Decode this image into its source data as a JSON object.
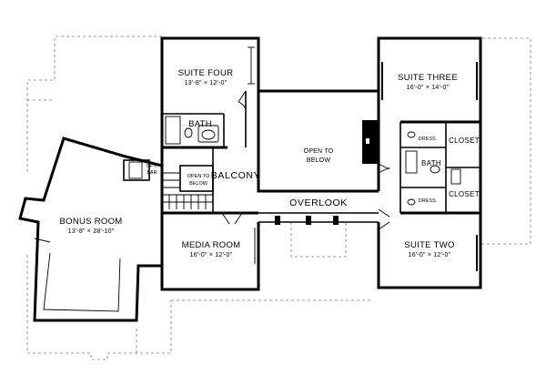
{
  "rooms": {
    "suite_four": {
      "name": "SUITE FOUR",
      "dims": "13'-8\" × 12'-0\""
    },
    "bath_upper_left": {
      "name": "BATH"
    },
    "open_to_below_main": {
      "line1": "OPEN TO",
      "line2": "BELOW"
    },
    "suite_three": {
      "name": "SUITE THREE",
      "dims": "16'-0\" × 14'-0\""
    },
    "dress_top": {
      "name": "DRESS."
    },
    "closet_top": {
      "name": "CLOSET"
    },
    "bath_right": {
      "name": "BATH"
    },
    "dress_bottom": {
      "name": "DRESS."
    },
    "closet_bottom": {
      "name": "CLOSET"
    },
    "opt_bar": {
      "line1": "OPT.",
      "line2": "BAR"
    },
    "open_to_below_small": {
      "line1": "OPEN TO",
      "line2": "BELOW"
    },
    "balcony": {
      "name": "BALCONY"
    },
    "overlook": {
      "name": "OVERLOOK"
    },
    "bonus_room": {
      "name": "BONUS ROOM",
      "dims": "13'-8\" × 28'-10\""
    },
    "media_room": {
      "name": "MEDIA ROOM",
      "dims": "16'-0\" × 12'-0\""
    },
    "suite_two": {
      "name": "SUITE TWO",
      "dims": "16'-0\" × 12'-0\""
    }
  }
}
